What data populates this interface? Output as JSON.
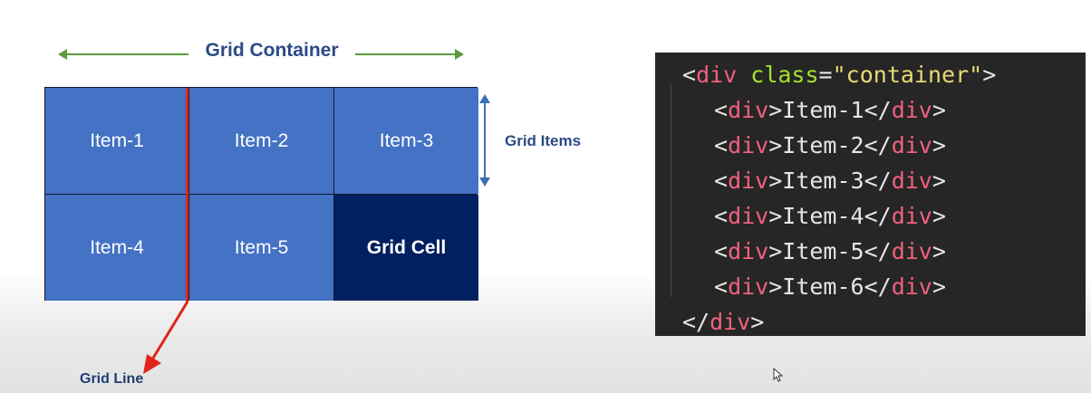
{
  "diagram": {
    "container_label": "Grid Container",
    "items_label": "Grid Items",
    "line_label": "Grid Line",
    "cells": [
      "Item-1",
      "Item-2",
      "Item-3",
      "Item-4",
      "Item-5",
      "Grid Cell"
    ],
    "colors": {
      "cell": "#4472c4",
      "highlight_cell": "#002060",
      "grid_line": "#e0251b",
      "container_arrow": "#5a9a3c",
      "items_arrow": "#3d6fb8",
      "label_text": "#2b4a86"
    }
  },
  "code": {
    "open_tag": "div",
    "attr_name": "class",
    "attr_value": "\"container\"",
    "children": [
      {
        "tag": "div",
        "text": "Item-1"
      },
      {
        "tag": "div",
        "text": "Item-2"
      },
      {
        "tag": "div",
        "text": "Item-3"
      },
      {
        "tag": "div",
        "text": "Item-4"
      },
      {
        "tag": "div",
        "text": "Item-5"
      },
      {
        "tag": "div",
        "text": "Item-6"
      }
    ],
    "close_tag": "div",
    "colors": {
      "background": "#262626",
      "tag": "#f0617d",
      "attribute": "#a6e22e",
      "string": "#e6db74"
    }
  },
  "icons": {
    "cursor": "mouse-pointer-icon"
  }
}
